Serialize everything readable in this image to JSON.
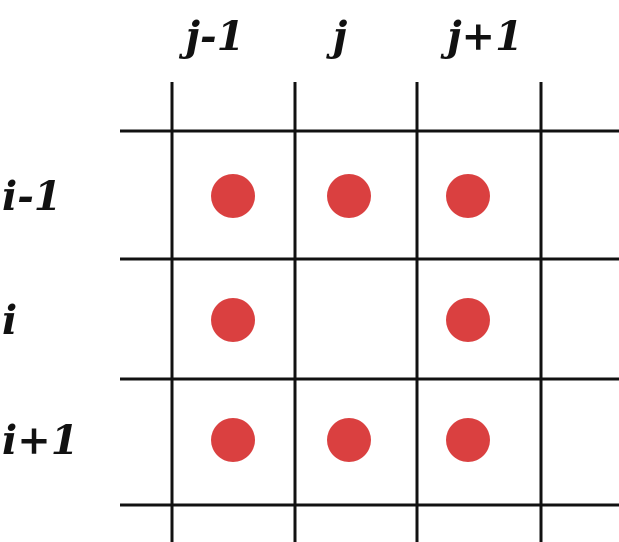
{
  "column_labels": [
    "j-1",
    "j",
    "j+1"
  ],
  "row_labels": [
    "i-1",
    "i",
    "i+1"
  ],
  "neighbors": [
    {
      "row": 0,
      "col": 0
    },
    {
      "row": 0,
      "col": 1
    },
    {
      "row": 0,
      "col": 2
    },
    {
      "row": 1,
      "col": 0
    },
    {
      "row": 1,
      "col": 2
    },
    {
      "row": 2,
      "col": 0
    },
    {
      "row": 2,
      "col": 1
    },
    {
      "row": 2,
      "col": 2
    }
  ],
  "colors": {
    "dot": "#da4040",
    "line": "#111111"
  }
}
